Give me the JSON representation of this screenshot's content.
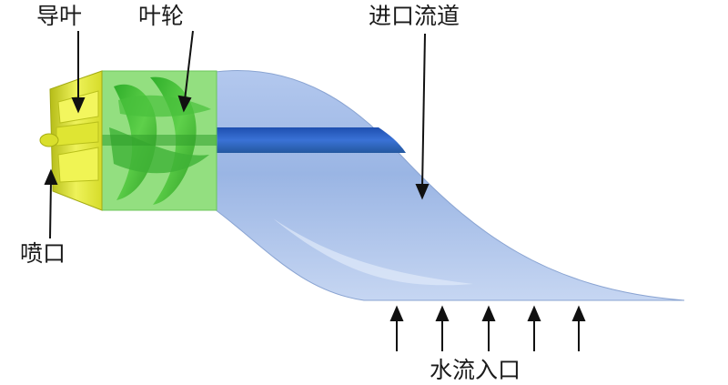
{
  "labels": {
    "guide_vane": "导叶",
    "impeller": "叶轮",
    "inlet_duct": "进口流道",
    "nozzle": "喷口",
    "water_inlet": "水流入口"
  },
  "colors": {
    "duct_blue": "#9cb7e4",
    "duct_dark": "#2a5fc0",
    "impeller_green": "#44bf38",
    "impeller_box": "#8fdf7a",
    "nozzle_yellow": "#e3ea35",
    "text": "#1a1a1a"
  }
}
